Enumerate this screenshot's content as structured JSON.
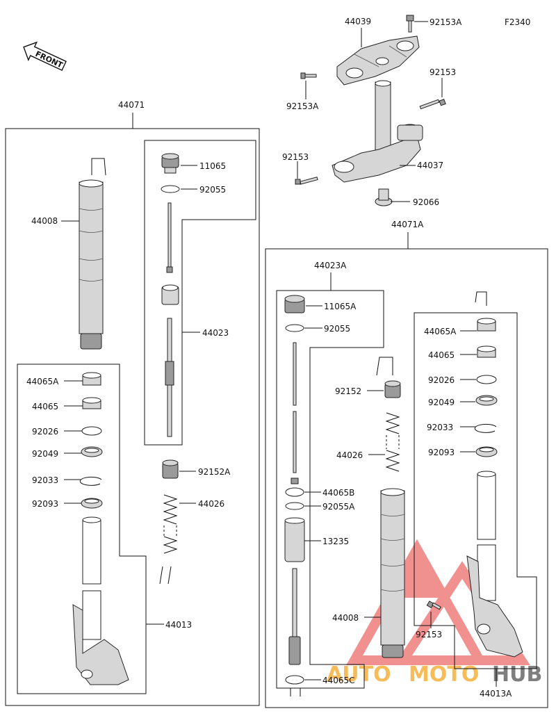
{
  "diagram_code": "F2340",
  "front_label": "FRONT",
  "colors": {
    "line": "#111111",
    "part": "#d6d6d6",
    "watermark_red": "#e53935",
    "watermark_orange": "#f5a623",
    "watermark_gray": "#555555"
  },
  "labels": {
    "p44039": "44039",
    "p92153A_top": "92153A",
    "p92153_top": "92153",
    "p92153A_left": "92153A",
    "p92153_left": "92153",
    "p44037": "44037",
    "p92066": "92066",
    "p44071": "44071",
    "p44008_l": "44008",
    "p11065": "11065",
    "p92055_l": "92055",
    "p44023": "44023",
    "p44065A_l": "44065A",
    "p44065_l": "44065",
    "p92026_l": "92026",
    "p92049_l": "92049",
    "p92033_l": "92033",
    "p92093_l": "92093",
    "p92152A": "92152A",
    "p44026_l": "44026",
    "p44013": "44013",
    "p44071A": "44071A",
    "p44023A": "44023A",
    "p11065A": "11065A",
    "p92055_r": "92055",
    "p92152": "92152",
    "p44026_r": "44026",
    "p44065B": "44065B",
    "p92055A": "92055A",
    "p13235": "13235",
    "p44008_r": "44008",
    "p44065C": "44065C",
    "p44065A_r": "44065A",
    "p44065_r": "44065",
    "p92026_r": "92026",
    "p92049_r": "92049",
    "p92033_r": "92033",
    "p92093_r": "92093",
    "p92153_r": "92153",
    "p44013A": "44013A"
  },
  "watermark": {
    "part1": "AUTO",
    "part2": "MOTO",
    "part3": "HUB"
  }
}
